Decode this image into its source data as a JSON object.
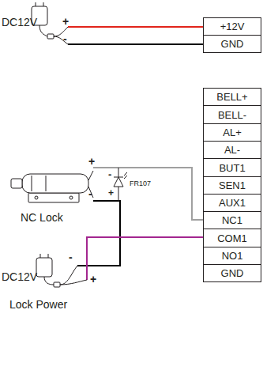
{
  "diagram": {
    "nodes": [
      {
        "text": [
          "+12V"
        ]
      },
      {
        "text": [
          "GND"
        ]
      },
      {
        "text": [
          "BELL+"
        ]
      },
      {
        "text": [
          "BELL-"
        ]
      },
      {
        "text": [
          "AL+"
        ]
      },
      {
        "text": [
          "AL-"
        ]
      },
      {
        "text": [
          "BUT1"
        ]
      },
      {
        "text": [
          "SEN1"
        ]
      },
      {
        "text": [
          "AUX1"
        ]
      },
      {
        "text": [
          "NC1"
        ]
      },
      {
        "text": [
          "COM1"
        ]
      },
      {
        "text": [
          "NO1"
        ]
      },
      {
        "text": [
          "GND"
        ]
      }
    ],
    "labels": [
      "DC12V",
      "+",
      "-",
      "+",
      "-",
      "FR107",
      "+",
      "-",
      "NC Lock",
      "-",
      "DC12V",
      "+",
      "Lock Power"
    ]
  }
}
